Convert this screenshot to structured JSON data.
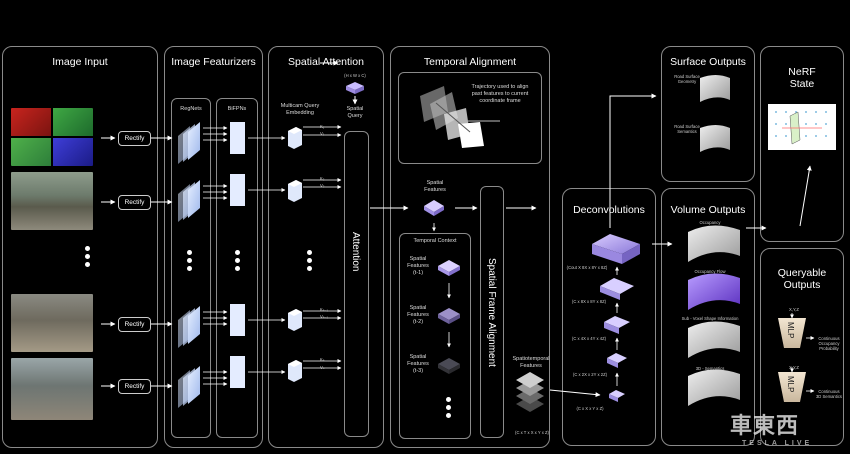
{
  "panels": {
    "image_input": "Image Input",
    "image_featurizers": "Image Featurizers",
    "spatial_attention": "Spatial Attention",
    "temporal_alignment": "Temporal Alignment",
    "surface_outputs": "Surface Outputs",
    "nerf_state": "NeRF\nState",
    "deconvolutions": "Deconvolutions",
    "volume_outputs": "Volume Outputs",
    "queryable_outputs": "Queryable\nOutputs"
  },
  "rectify_label": "Rectify",
  "regnets_label": "RegNets",
  "bifpns_label": "BiFPNs",
  "multicam_label": "Multicam Query\nEmbedding",
  "spatial_query_label": "Spatial\nQuery",
  "spatial_query_dim": "(H x W x C)",
  "attention_label": "Attention",
  "trajectory_text": "Trajectory used to align\npast features to current\ncoordinate frame",
  "spatial_features_label": "Spatial\nFeatures",
  "temporal_context_label": "Temporal Context",
  "temporal_items": [
    "Spatial\nFeatures\n(t-1)",
    "Spatial\nFeatures\n(t-2)",
    "Spatial\nFeatures\n(t-3)"
  ],
  "spatial_frame_alignment": "Spatial Frame Alignment",
  "spatiotemporal_label": "Spatiotemporal\nFeatures",
  "spatiotemporal_dim": "(C x T x X x Y x Z)",
  "kv_labels": [
    [
      "K₁",
      "V₁"
    ],
    [
      "K₂",
      "V₂"
    ],
    [
      "Kₙ₋₁",
      "Vₙ₋₁"
    ],
    [
      "Kₙ",
      "Vₙ"
    ]
  ],
  "deconv_dims": [
    "(Cout X 8X x 8Y x 8Z)",
    "(C x 8X x 8Y x 8Z)",
    "(C x 4X x 4Y x 4Z)",
    "(C x 2X x 2Y x 2Z)",
    "(C x X x Y x Z)"
  ],
  "surface_labels": [
    "Road Surface\nGeometry",
    "Road Surface\nSemantics"
  ],
  "volume_labels": [
    "Occupancy",
    "Occupancy Flow",
    "Sub - Voxel Shape Information",
    "3D - Semantics"
  ],
  "mlp_label": "MLP",
  "query_inputs": [
    "X,Y,Z",
    "X,Y,Z"
  ],
  "query_outputs": [
    "Continuous\nOccupancy\nProbability",
    "Continuous\n3D Semantics"
  ],
  "watermark": "車東西",
  "watermark_sub": "TESLA LIVE"
}
